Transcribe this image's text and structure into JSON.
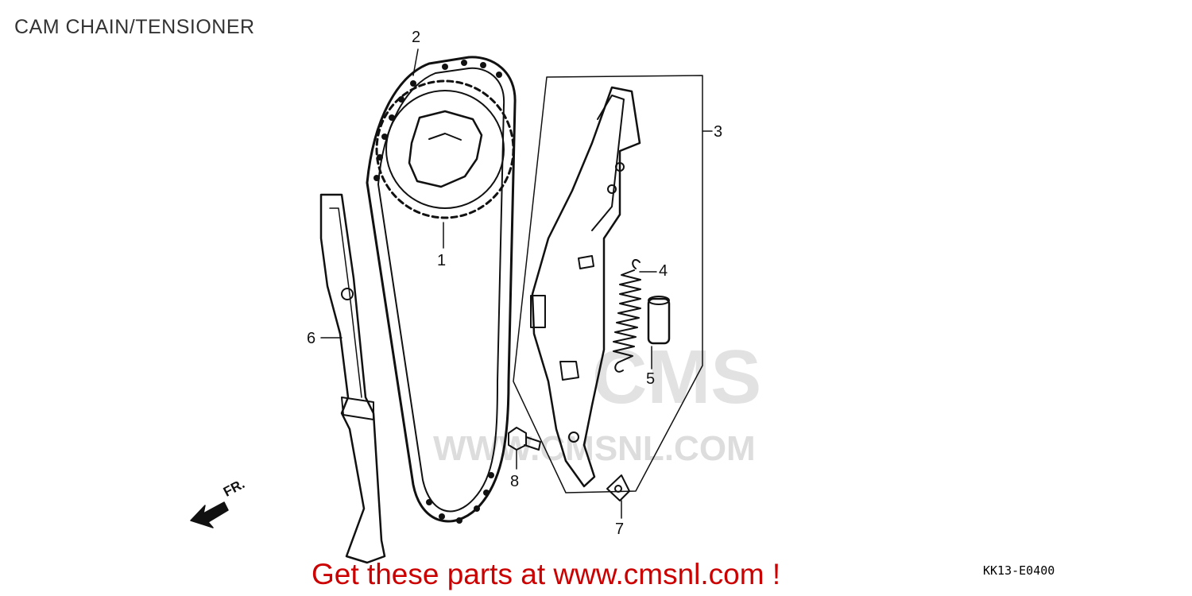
{
  "page": {
    "title": "CAM CHAIN/TENSIONER",
    "footer_link": "Get these parts at www.cmsnl.com !",
    "diagram_code": "KK13-E0400",
    "front_indicator": "FR."
  },
  "watermark": {
    "text": "WWW.CMSNL.COM",
    "brand": "CMS"
  },
  "parts": [
    {
      "number": "1"
    },
    {
      "number": "2"
    },
    {
      "number": "3"
    },
    {
      "number": "4"
    },
    {
      "number": "5"
    },
    {
      "number": "6"
    },
    {
      "number": "7"
    },
    {
      "number": "8"
    }
  ],
  "colors": {
    "footer_link": "#cc0000",
    "line_art": "#111111",
    "watermark": "#dddddd"
  }
}
